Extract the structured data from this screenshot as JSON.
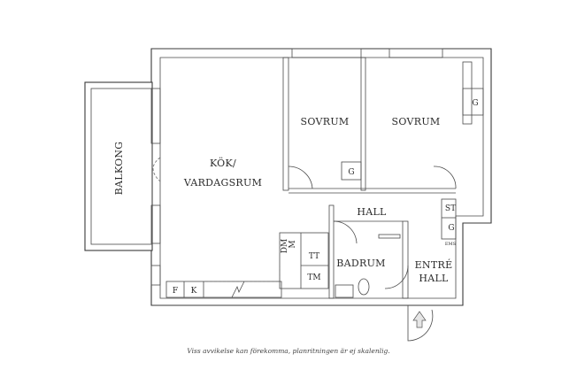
{
  "rooms": {
    "balcony": "BALKONG",
    "kitchen_line1": "KÖK/",
    "kitchen_line2": "VARDAGSRUM",
    "bedroom1": "SOVRUM",
    "bedroom2": "SOVRUM",
    "hall": "HALL",
    "bathroom": "BADRUM",
    "entry_line1": "ENTRÉ",
    "entry_line2": "HALL"
  },
  "fixtures": {
    "wardrobe_g1": "G",
    "wardrobe_g2": "G",
    "wardrobe_g3": "G",
    "storage_st": "ST",
    "dishwasher": "DM",
    "microwave": "M",
    "dryer": "TT",
    "washer": "TM",
    "fridge": "F",
    "freezer": "K",
    "electric_box": "EMS"
  },
  "disclaimer": "Viss avvikelse kan förekomma, planritningen är ej skalenlig."
}
